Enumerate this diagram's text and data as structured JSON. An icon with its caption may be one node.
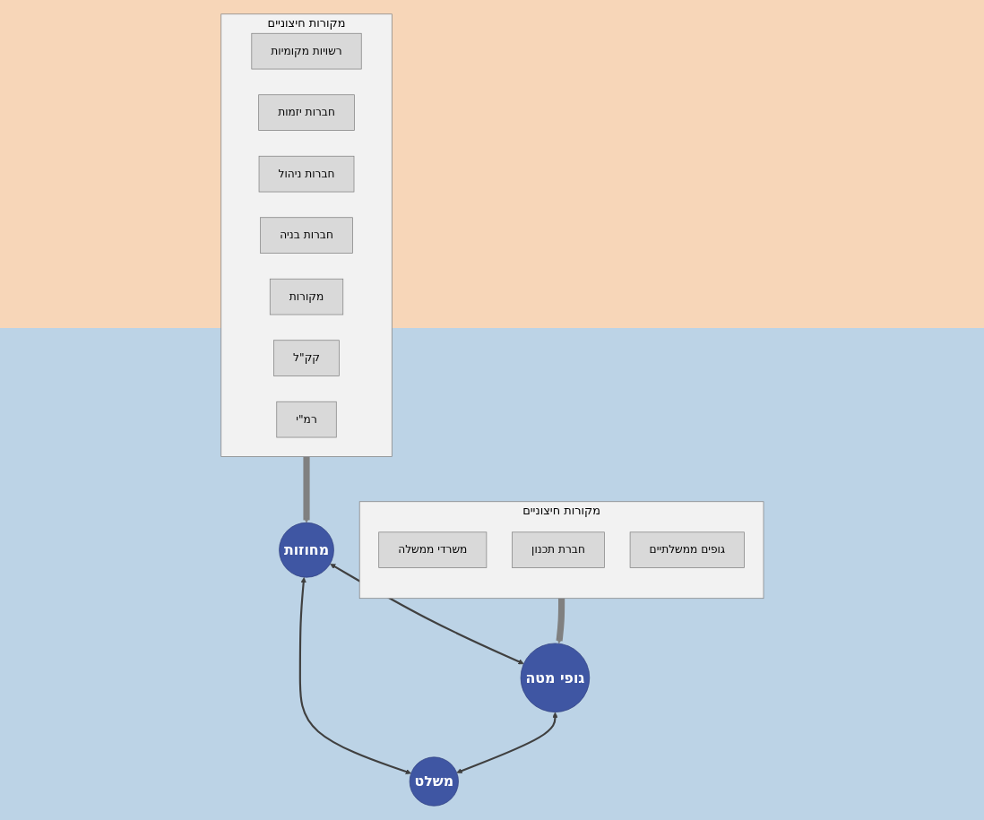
{
  "diagram": {
    "nodes": [
      {
        "text": [
          "מקורות חיצוניים"
        ]
      },
      {
        "text": [
          "משרדי ממשלה"
        ],
        "in": 0
      },
      {
        "text": [
          "חברת תכנון"
        ],
        "in": 0
      },
      {
        "text": [
          "גופים ממשלתיים"
        ],
        "in": 0
      },
      {
        "text": [
          "מקורות חיצוניים"
        ]
      },
      {
        "text": [
          "רשויות מקומיות"
        ],
        "in": 4
      },
      {
        "text": [
          "חברות יזמות"
        ],
        "in": 4
      },
      {
        "text": [
          "חברות ניהול"
        ],
        "in": 4
      },
      {
        "text": [
          "חברות בניה"
        ],
        "in": 4
      },
      {
        "text": [
          "מקורות"
        ],
        "in": 4
      },
      {
        "text": [
          "קק\"ל"
        ],
        "in": 4
      },
      {
        "text": [
          "רמ\"י"
        ],
        "in": 4
      },
      {
        "text": [
          "מחוזות"
        ]
      },
      {
        "text": [
          "גופי מטה"
        ]
      },
      {
        "text": [
          "משלט"
        ]
      }
    ],
    "edges": [
      {
        "from": 4,
        "to": 12,
        "arrow": "to",
        "style": "thick",
        "color": "#808080"
      },
      {
        "from": 0,
        "to": 13,
        "arrow": "to",
        "style": "thick",
        "color": "#808080"
      },
      {
        "from": 12,
        "to": 13,
        "arrow": "both"
      },
      {
        "from": 12,
        "to": 14,
        "arrow": "both"
      },
      {
        "from": 13,
        "to": 14,
        "arrow": "both"
      }
    ]
  }
}
